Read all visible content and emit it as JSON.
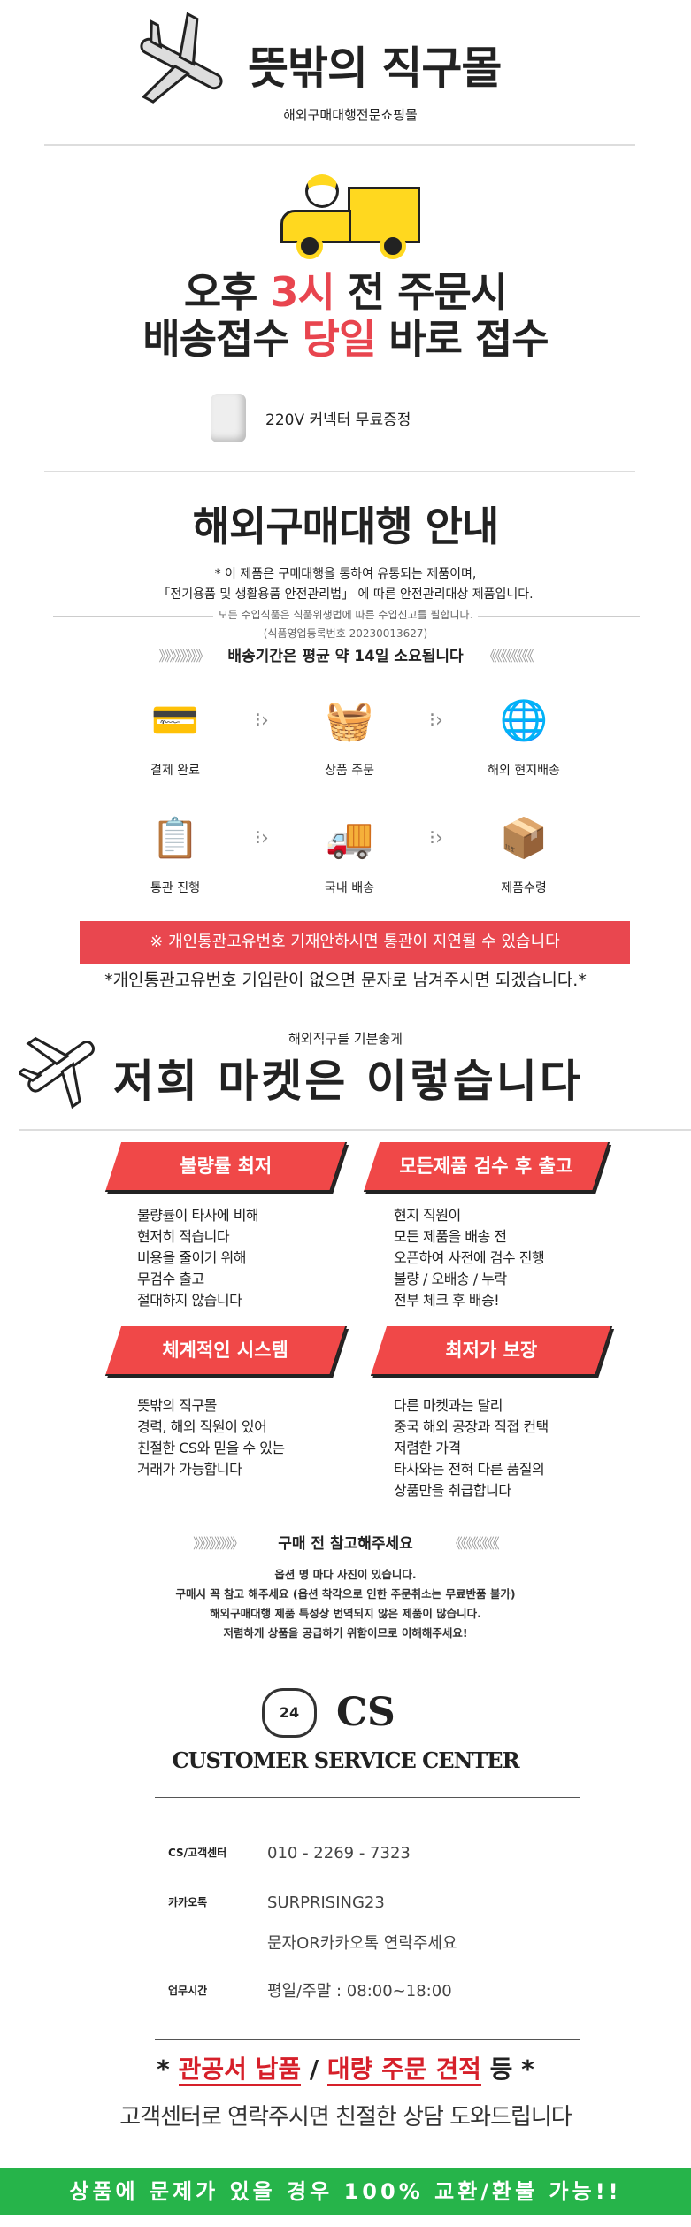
{
  "header": {
    "brand": "뜻밖의 직구몰",
    "subtitle": "해외구매대행전문쇼핑몰"
  },
  "promo": {
    "line1_a": "오후 ",
    "line1_red": "3시",
    "line1_b": " 전 주문시",
    "line2_a": "배송접수 ",
    "line2_red": "당일",
    "line2_b": " 바로 접수",
    "gift": "220V 커넥터 무료증정"
  },
  "guide": {
    "title": "해외구매대행 안내",
    "note1": "* 이 제품은 구매대행을 통하여 유통되는 제품이며,",
    "note2": "「전기용품 및 생활용품 안전관리법」 에 따른 안전관리대상 제품입니다.",
    "note3": "모든 수입식품은 식품위생법에 따른 수입신고를 필합니다.",
    "note4": "(식품영업등록번호 20230013627)",
    "arrows_left": "》》》》》》》》",
    "arrows_right": "《《《《《《《《",
    "delivery": "배송기간은 평균 약 14일 소요됩니다",
    "steps": [
      {
        "label": "결제 완료",
        "icon": "💳"
      },
      {
        "label": "상품 주문",
        "icon": "🧺"
      },
      {
        "label": "해외 현지배송",
        "icon": "🌐"
      },
      {
        "label": "통관 진행",
        "icon": "📋"
      },
      {
        "label": "국내 배송",
        "icon": "🚚"
      },
      {
        "label": "제품수령",
        "icon": "📦"
      }
    ],
    "banner": "※ 개인통관고유번호 기재안하시면 통관이 지연될 수 있습니다",
    "banner_note": "*개인통관고유번호 기입란이 없으면 문자로 남겨주시면 되겠습니다.*"
  },
  "market": {
    "subtitle": "해외직구를 기분좋게",
    "title": "저희 마켓은 이렇습니다",
    "features": [
      {
        "tag": "불량률 최저",
        "lines": [
          "불량률이 타사에 비해",
          "현저히 적습니다",
          "비용을 줄이기 위해",
          "무검수 출고",
          "절대하지 않습니다"
        ]
      },
      {
        "tag": "모든제품 검수 후 출고",
        "lines": [
          "현지 직원이",
          "모든 제품을 배송 전",
          "오픈하여 사전에 검수 진행",
          "불량 / 오배송 / 누락",
          "전부 체크 후 배송!"
        ]
      },
      {
        "tag": "체계적인 시스템",
        "lines": [
          "뜻밖의 직구몰",
          "경력, 해외 직원이 있어",
          "친절한 CS와 믿을 수 있는",
          "거래가 가능합니다"
        ]
      },
      {
        "tag": "최저가 보장",
        "lines": [
          "다른 마켓과는 달리",
          "중국 해외 공장과 직접 컨택",
          "저렴한 가격",
          "타사와는 전혀 다른 품질의",
          "상품만을 취급합니다"
        ]
      }
    ]
  },
  "notice": {
    "title": "구매 전 참고해주세요",
    "lines": [
      "옵션 명 마다 사진이 있습니다.",
      "구매시 꼭 참고 해주세요 (옵션 착각으로 인한 주문취소는 무료반품 불가)",
      "해외구매대행 제품 특성상 번역되지 않은 제품이 많습니다.",
      "저렴하게 상품을 공급하기 위함이므로 이해해주세요!"
    ]
  },
  "cs": {
    "badge": "24",
    "logo": "CS",
    "title": "CUSTOMER SERVICE CENTER",
    "phone_label": "CS/고객센터",
    "phone": "010 - 2269 - 7323",
    "kakao_label": "카카오톡",
    "kakao": "SURPRISING23",
    "kakao_note": "문자OR카카오톡 연락주세요",
    "hours_label": "업무시간",
    "hours": "평일/주말 : 08:00~18:00"
  },
  "bulk": {
    "star_l": "* ",
    "red1": "관공서 납품",
    "slash": " / ",
    "red2": "대량 주문 견적",
    "tail": " 등 *",
    "line2": "고객센터로 연락주시면 친절한 상담 도와드립니다"
  },
  "footer": {
    "text": "상품에 문제가 있을 경우 100% 교환/환불 가능!!"
  },
  "colors": {
    "red": "#f04848",
    "yellow": "#ffd81f",
    "green": "#26b44a"
  }
}
